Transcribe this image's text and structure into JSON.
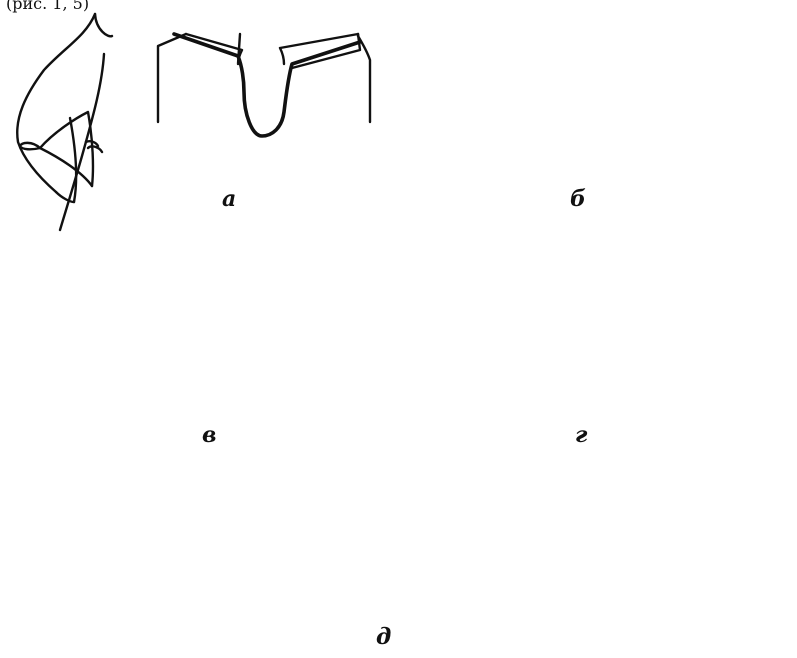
{
  "header_fragment": "(рис. 1, 5)",
  "panels": [
    {
      "id": "a",
      "label": "а"
    },
    {
      "id": "b",
      "label": "б"
    },
    {
      "id": "v",
      "label": "в"
    },
    {
      "id": "g",
      "label": "г"
    },
    {
      "id": "d",
      "label": "д"
    }
  ]
}
